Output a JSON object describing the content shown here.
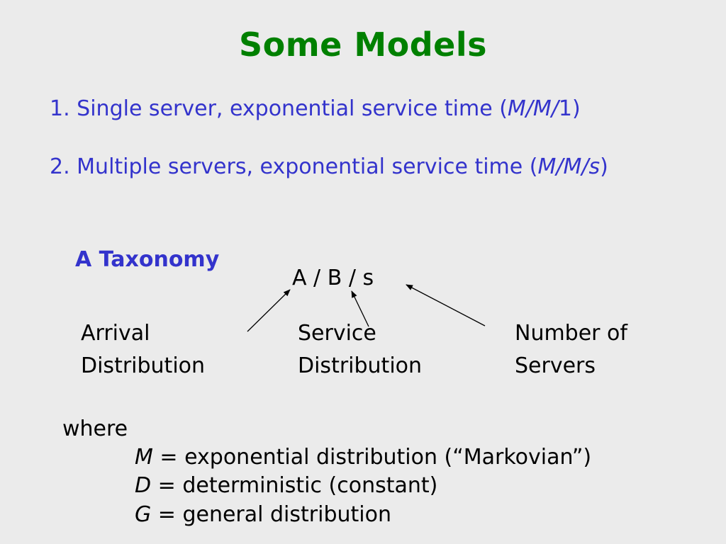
{
  "title": "Some Models",
  "items": [
    {
      "number": "1.",
      "text": "Single server, exponential service time (",
      "notation": "M/M/",
      "suffix": "1",
      "close": ")"
    },
    {
      "number": "2.",
      "text": "Multiple servers, exponential service time (",
      "notation": "M/M/s",
      "suffix": "",
      "close": ")"
    }
  ],
  "taxonomy": {
    "heading": "A Taxonomy",
    "formula": "A / B / s",
    "labels": [
      {
        "line1": "Arrival",
        "line2": "Distribution"
      },
      {
        "line1": "Service",
        "line2": "Distribution"
      },
      {
        "line1": "Number of",
        "line2": "Servers"
      }
    ]
  },
  "where": {
    "label": "where",
    "definitions": [
      {
        "symbol": "M",
        "text": " = exponential distribution (“Markovian”)"
      },
      {
        "symbol": "D",
        "text": " = deterministic (constant)"
      },
      {
        "symbol": "G",
        "text": " = general distribution"
      }
    ]
  },
  "colors": {
    "title": "#008000",
    "accent": "#3333cc",
    "text": "#000000",
    "background": "#ebebeb"
  }
}
